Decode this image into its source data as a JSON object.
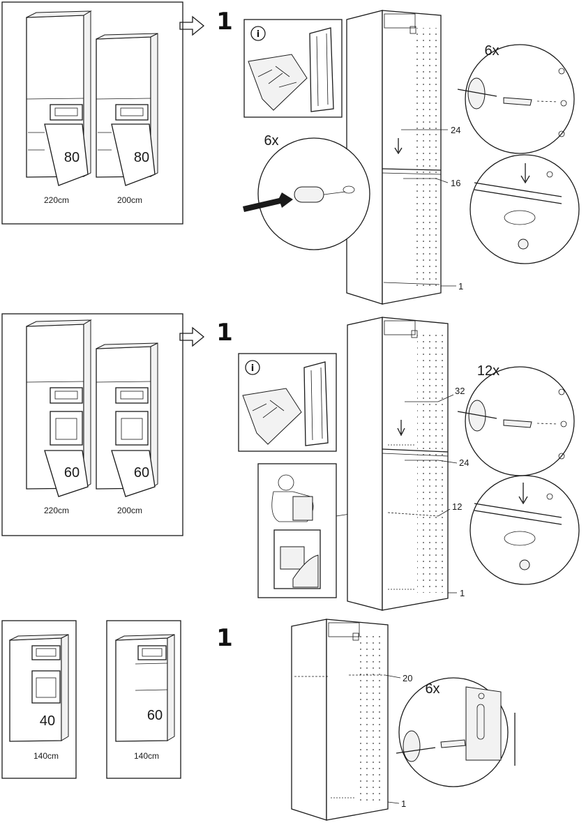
{
  "sections": [
    {
      "step": "1",
      "cabinets": [
        {
          "size": "220cm",
          "door": "80"
        },
        {
          "size": "200cm",
          "door": "80"
        }
      ],
      "qty_inset_right": "6x",
      "qty_inset_left": "6x",
      "callouts": [
        "24",
        "16",
        "1"
      ]
    },
    {
      "step": "1",
      "cabinets": [
        {
          "size": "220cm",
          "door": "60"
        },
        {
          "size": "200cm",
          "door": "60"
        }
      ],
      "qty_inset_right": "12x",
      "callouts": [
        "32",
        "24",
        "12",
        "1"
      ]
    },
    {
      "step": "1",
      "cabinets": [
        {
          "size": "140cm",
          "door": "40"
        },
        {
          "size": "140cm",
          "door": "60"
        }
      ],
      "qty_inset_right": "6x",
      "callouts": [
        "20",
        "1"
      ]
    }
  ],
  "info_icon": "info-icon",
  "arrow_icon": "hollow-arrow-icon"
}
